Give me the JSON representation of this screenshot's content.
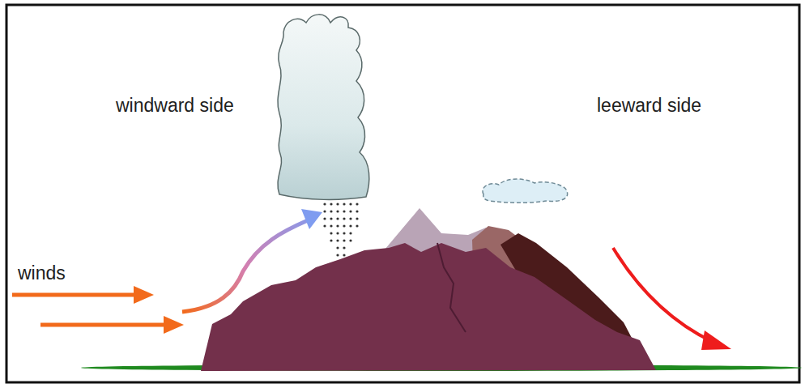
{
  "diagram": {
    "labels": [
      "windward side",
      "leeward side",
      "winds"
    ]
  }
}
